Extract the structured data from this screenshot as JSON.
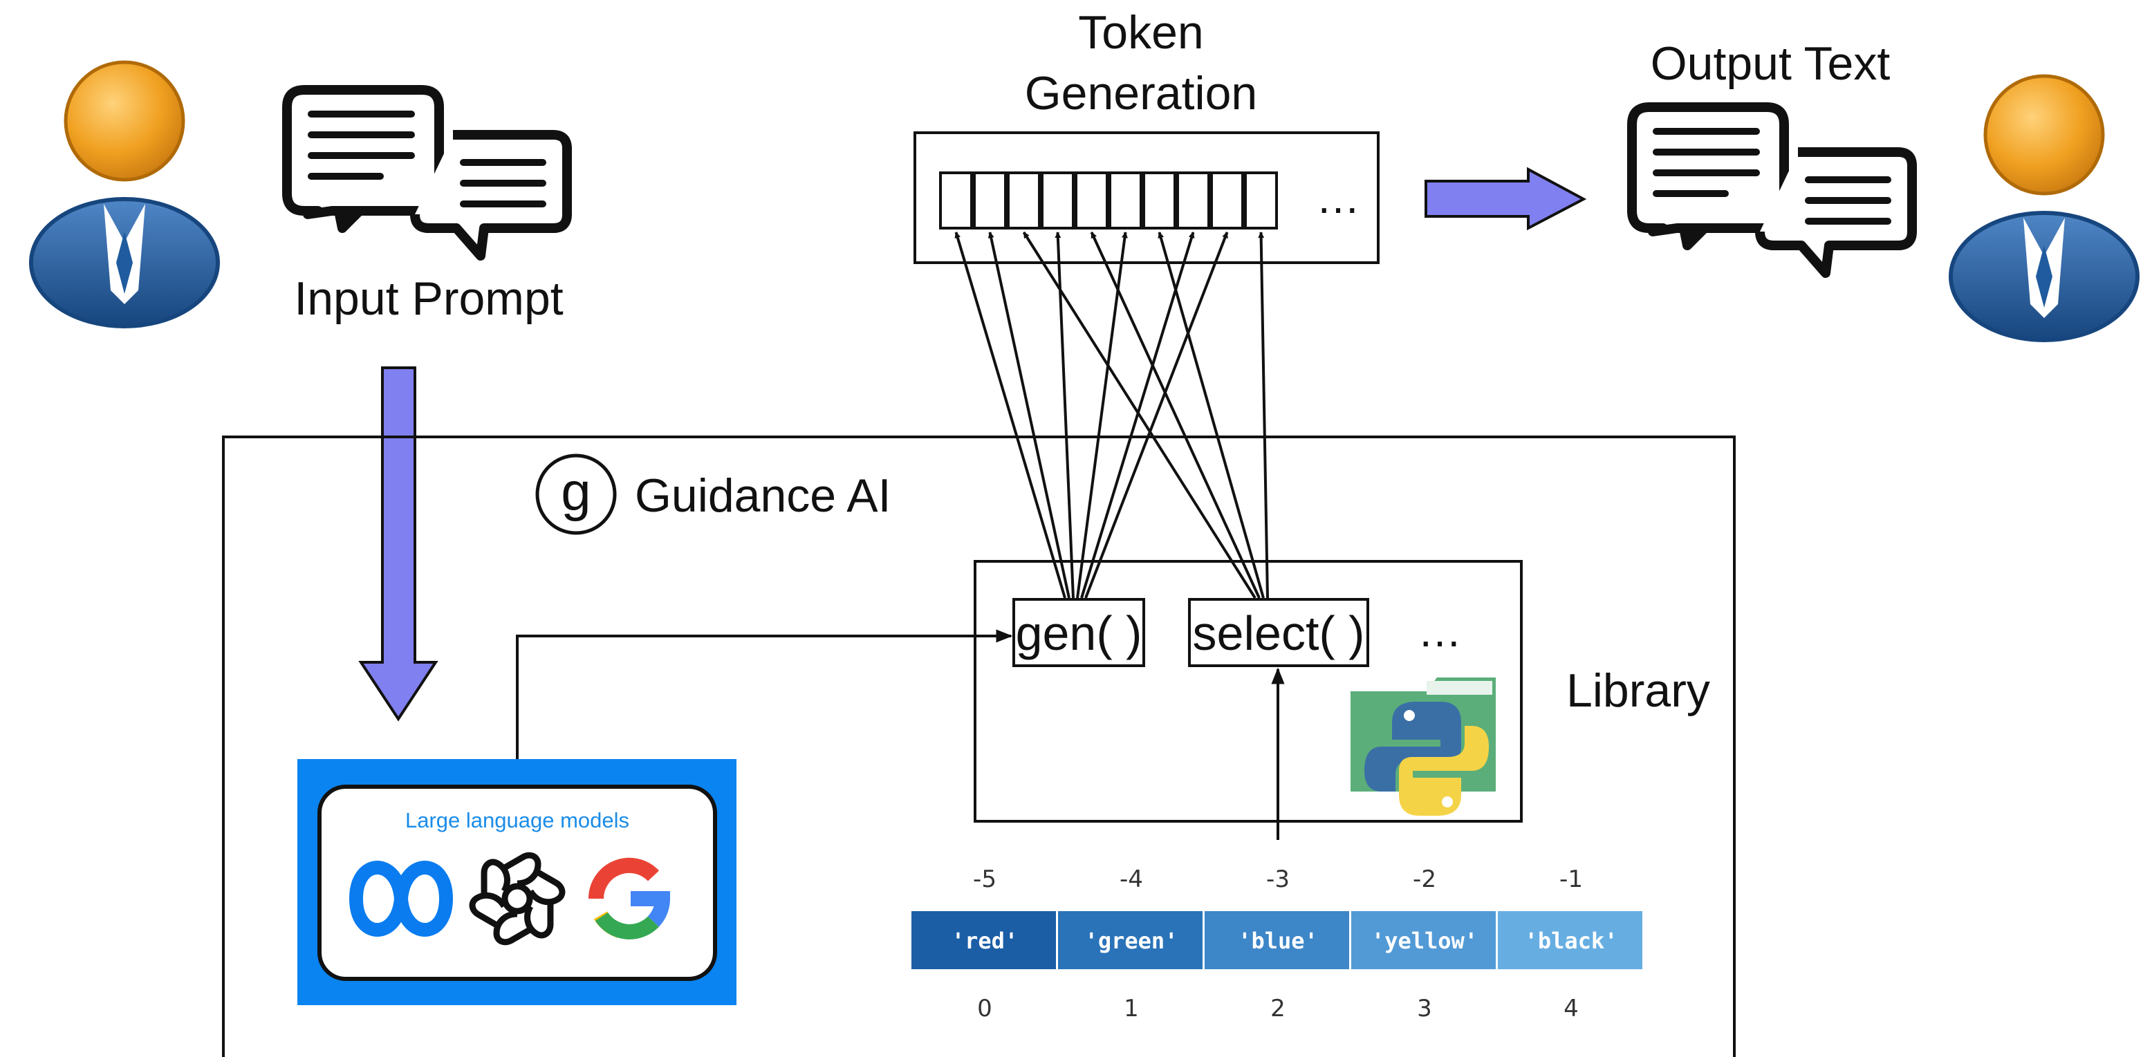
{
  "labels": {
    "input_prompt": "Input Prompt",
    "token_generation_line1": "Token",
    "token_generation_line2": "Generation",
    "output_text": "Output Text",
    "guidance_ai": "Guidance AI",
    "guidance_logo_letter": "g",
    "library": "Library",
    "gen_func": "gen( )",
    "select_func": "select( )",
    "ellipsis": "…",
    "llm_title": "Large language models"
  },
  "token_slots": 10,
  "colors": {
    "arrow_fill": "#8080F0",
    "person_head": "#F0A020",
    "person_body": "#1F5B9E",
    "llm_bg": "#0A84F0",
    "llm_title": "#1A8CE8",
    "python_folder": "#5BAE7A",
    "python_blue": "#3A6FA6",
    "python_yellow": "#F5D347"
  },
  "icons": [
    "user-icon",
    "speech-bubbles-icon",
    "meta-logo-icon",
    "openai-logo-icon",
    "google-logo-icon",
    "python-folder-icon",
    "guidance-logo-icon"
  ],
  "list": {
    "negative_indices": [
      "-5",
      "-4",
      "-3",
      "-2",
      "-1"
    ],
    "items": [
      "'red'",
      "'green'",
      "'blue'",
      "'yellow'",
      "'black'"
    ],
    "positive_indices": [
      "0",
      "1",
      "2",
      "3",
      "4"
    ],
    "cell_colors": [
      "#1B5EA6",
      "#2A73B8",
      "#3D86C8",
      "#529AD6",
      "#66AEE2"
    ]
  }
}
